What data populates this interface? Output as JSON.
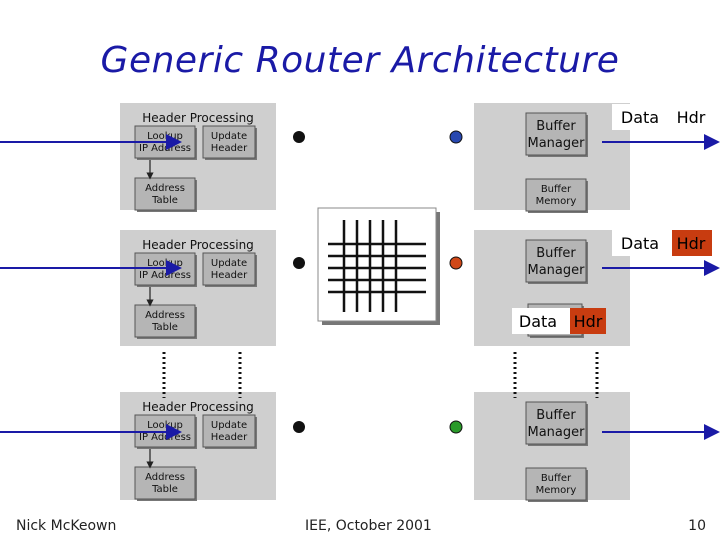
{
  "title": "Generic Router Architecture",
  "footer": {
    "author": "Nick McKeown",
    "venue": "IEE, October 2001",
    "page": "10"
  },
  "input_port": {
    "header_processing": "Header Processing",
    "lookup": [
      "Lookup",
      "IP Address"
    ],
    "update": [
      "Update",
      "Header"
    ],
    "address_table": [
      "Address",
      "Table"
    ]
  },
  "output_port": {
    "buffer_manager": [
      "Buffer",
      "Manager"
    ],
    "buffer_memory": [
      "Buffer",
      "Memory"
    ]
  },
  "packet": {
    "data": "Data",
    "hdr": "Hdr"
  },
  "colors": {
    "title": "#1a1aa6",
    "arrow": "#1a1aa6",
    "panel": "#cfcfcf",
    "box": "#b5b5b5",
    "hdr_red": "#c83c10",
    "dot_blue": "#2848b0",
    "dot_red": "#d04818",
    "dot_green": "#2a9a2a"
  }
}
